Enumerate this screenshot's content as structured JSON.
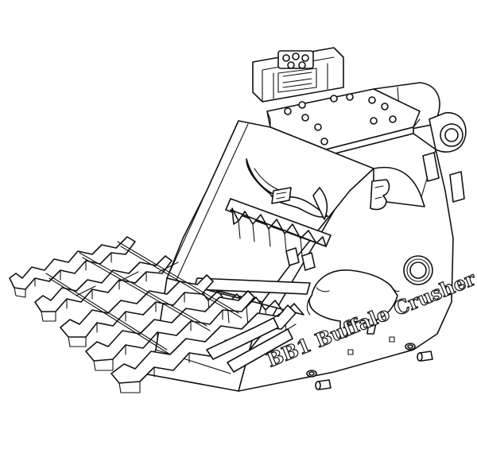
{
  "product": {
    "brand_text": "BB1 Buffalo Crusher",
    "logo_monogram": "BB"
  },
  "colors": {
    "line": "#111111",
    "fill": "#ffffff"
  },
  "icons": [
    "bull-horns-logo",
    "bb-monogram-logo",
    "buffalo-silhouette",
    "locking-pin"
  ]
}
